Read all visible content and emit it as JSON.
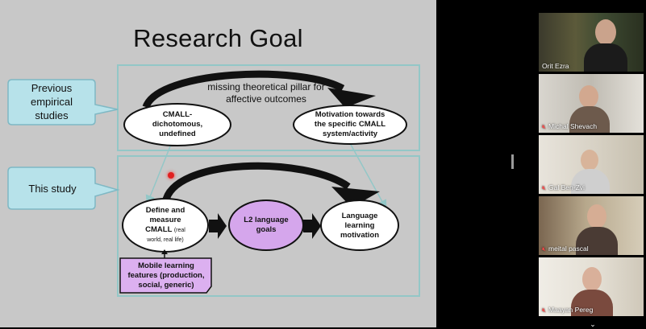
{
  "slide": {
    "title": "Research Goal",
    "callouts": {
      "previous": "Previous empirical studies",
      "this_study": "This study"
    },
    "top_row": {
      "arrow_caption_line1": "missing theoretical pillar for",
      "arrow_caption_line2": "affective outcomes",
      "left_node": [
        "CMALL-",
        "dichotomous,",
        "undefined"
      ],
      "right_node": [
        "Motivation towards",
        "the specific CMALL",
        "system/activity"
      ]
    },
    "bottom_row": {
      "define_node": [
        "Define and",
        "measure",
        "CMALL",
        "(real",
        "world, real life)"
      ],
      "l2_node": [
        "L2 language",
        "goals"
      ],
      "motivation_node": [
        "Language",
        "learning",
        "motivation"
      ],
      "features_box": [
        "Mobile learning",
        "features (production,",
        "social, generic)"
      ]
    },
    "colors": {
      "background": "#c8c8c8",
      "panel_border": "#93c7c7",
      "callout_fill": "#b7e2ea",
      "node_fill": "#ffffff",
      "highlight_fill": "#d5a6ec",
      "features_fill": "#dcb0f0",
      "arrow": "#111111"
    }
  },
  "participants": [
    {
      "name": "Orit Ezra",
      "muted": false,
      "active": true
    },
    {
      "name": "Michal Shevach",
      "muted": true,
      "active": false
    },
    {
      "name": "Gal Ben-Zvi",
      "muted": true,
      "active": false
    },
    {
      "name": "meital pascal",
      "muted": true,
      "active": false
    },
    {
      "name": "Maayan Pereg",
      "muted": true,
      "active": false
    }
  ],
  "icons": {
    "muted_mic": "muted-mic-icon",
    "more_options": "more-options-icon"
  }
}
